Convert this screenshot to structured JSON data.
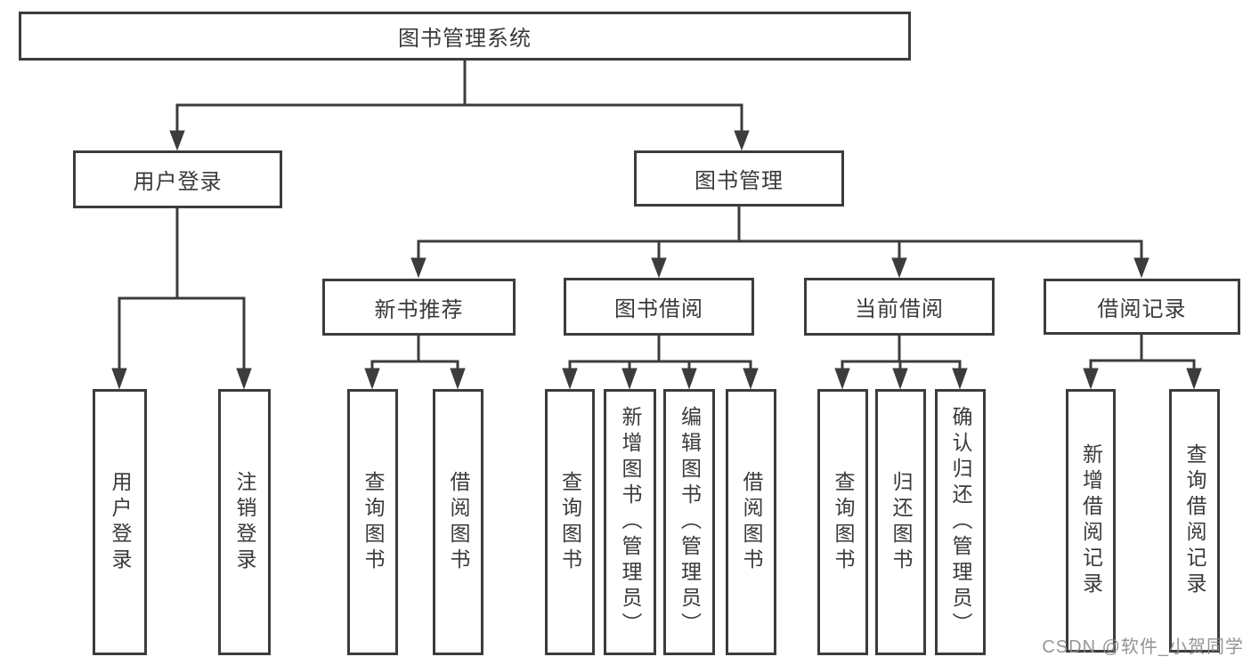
{
  "diagram": {
    "root": "图书管理系统",
    "level2": {
      "user_login": "用户登录",
      "book_management": "图书管理"
    },
    "level3": {
      "new_book_recommend": "新书推荐",
      "book_borrowing": "图书借阅",
      "current_borrowing": "当前借阅",
      "borrowing_records": "借阅记录"
    },
    "leaves": {
      "user_login": "用户登录",
      "logout": "注销登录",
      "nbr_query_books": "查询图书",
      "nbr_borrow_books": "借阅图书",
      "bb_query_books": "查询图书",
      "bb_add_books_admin": "新增图书（管理员）",
      "bb_edit_books_admin": "编辑图书（管理员）",
      "bb_borrow_books": "借阅图书",
      "cb_query_books": "查询图书",
      "cb_return_books": "归还图书",
      "cb_confirm_return_admin": "确认归还（管理员）",
      "br_add_record": "新增借阅记录",
      "br_query_record": "查询借阅记录"
    }
  },
  "watermark": {
    "text": "CSDN @软件_小贺同学"
  },
  "colors": {
    "line": "#3c3c3c",
    "text": "#3a3a3a",
    "watermark": "#8f8f8f",
    "background": "#ffffff"
  }
}
